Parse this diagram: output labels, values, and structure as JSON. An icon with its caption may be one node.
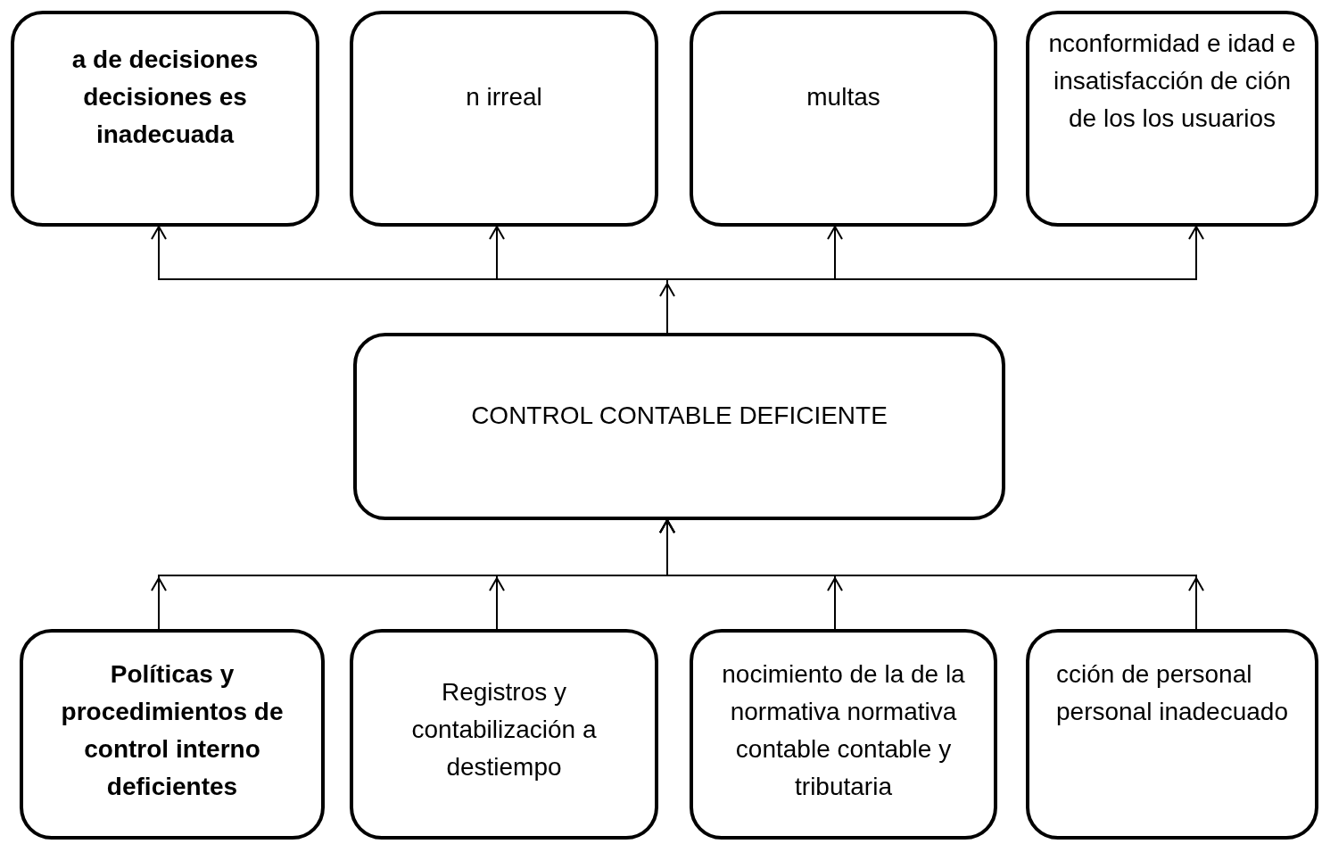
{
  "diagram": {
    "nodes": [
      {
        "text": [
          "a de decisiones decisiones es inadecuada"
        ]
      },
      {
        "text": [
          "n irreal"
        ]
      },
      {
        "text": [
          "multas"
        ]
      },
      {
        "text": [
          "nconformidad e idad e insatisfacción de ción de los los usuarios"
        ]
      },
      {
        "text": [
          "CONTROL CONTABLE DEFICIENTE"
        ]
      },
      {
        "text": [
          "Políticas y procedimientos de control interno deficientes"
        ]
      },
      {
        "text": [
          "Registros y contabilización a destiempo"
        ]
      },
      {
        "text": [
          "nocimiento de la de la normativa normativa contable contable y tributaria"
        ]
      },
      {
        "text": [
          "cción de personal personal inadecuado"
        ]
      }
    ],
    "edges": [
      {
        "from": 4,
        "to": 0,
        "arrow": "to"
      },
      {
        "from": 4,
        "to": 1,
        "arrow": "to"
      },
      {
        "from": 4,
        "to": 2,
        "arrow": "to"
      },
      {
        "from": 4,
        "to": 3,
        "arrow": "to"
      },
      {
        "from": 5,
        "to": 4,
        "arrow": "to"
      },
      {
        "from": 6,
        "to": 4,
        "arrow": "to"
      },
      {
        "from": 7,
        "to": 4,
        "arrow": "to"
      },
      {
        "from": 8,
        "to": 4,
        "arrow": "to"
      }
    ]
  }
}
